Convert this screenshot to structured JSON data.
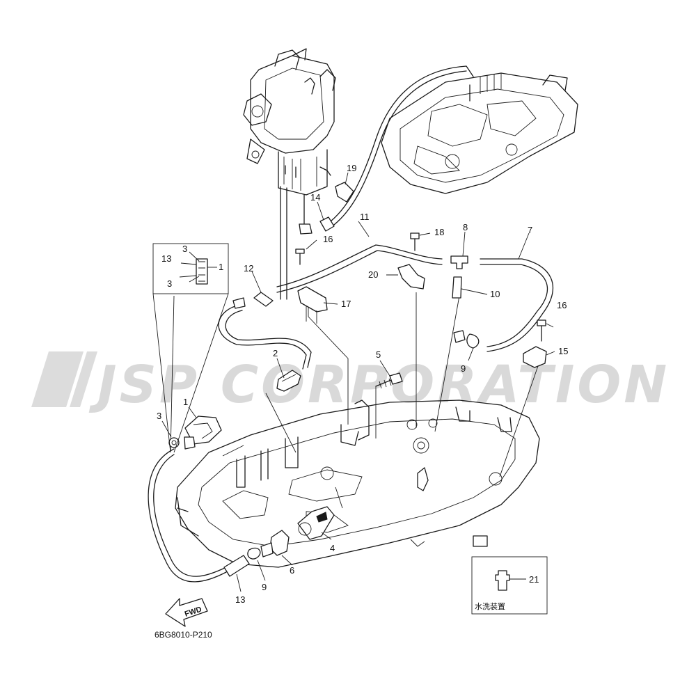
{
  "watermark": "JSP CORPORATION",
  "diagram_code": "6BG8010-P210",
  "fwd_label": "FWD",
  "inset_wash_label": "水洗装置",
  "callouts": {
    "c1": "1",
    "c2": "2",
    "c3": "3",
    "c4": "4",
    "c5": "5",
    "c6": "6",
    "c7": "7",
    "c8": "8",
    "c9a": "9",
    "c9b": "9",
    "c10": "10",
    "c11": "11",
    "c12": "12",
    "c13": "13",
    "c14": "14",
    "c15": "15",
    "c16a": "16",
    "c16b": "16",
    "c17": "17",
    "c18": "18",
    "c19": "19",
    "c20": "20",
    "c21": "21",
    "inset_13": "13",
    "inset_3a": "3",
    "inset_3b": "3",
    "inset_1": "1"
  }
}
